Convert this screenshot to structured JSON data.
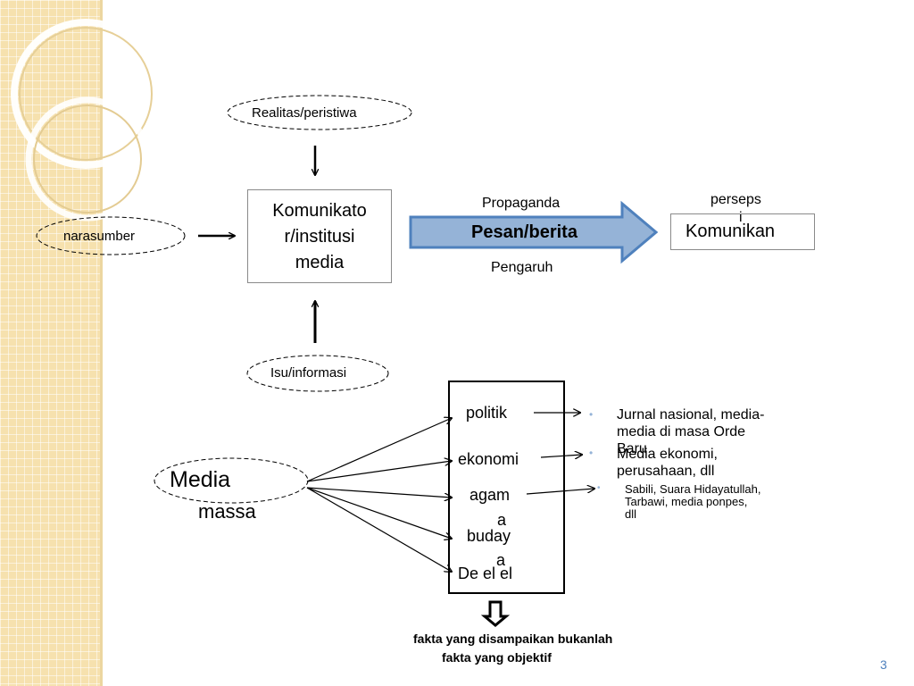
{
  "top_ellipse": "Realitas/peristiwa",
  "left_ellipse": "narasumber",
  "bottom_ellipse": "Isu/informasi",
  "source_box": [
    "Komunikato",
    "r/institusi",
    "media"
  ],
  "arrow": {
    "label": "Pesan/berita",
    "above": "Propaganda",
    "below": "Pengaruh",
    "fill": "#95b3d7",
    "stroke": "#4f81bd"
  },
  "receiver": {
    "above": [
      "perseps",
      "i"
    ],
    "box": "Komunikan"
  },
  "media_massa": [
    "Media",
    "massa"
  ],
  "categories": [
    "politik",
    "ekonomi",
    "agam",
    "a",
    "buday",
    "a",
    "De el el"
  ],
  "notes": {
    "bullet_color": "#95b3d7",
    "n1": [
      "Jurnal nasional, media-",
      "media di masa Orde",
      "Baru"
    ],
    "n2": [
      "Media ekonomi,",
      "perusahaan, dll"
    ],
    "n3": [
      "Sabili, Suara Hidayatullah,",
      "Tarbawi, media ponpes,",
      "dll"
    ]
  },
  "footer": [
    "fakta yang disampaikan bukanlah",
    "fakta yang objektif"
  ],
  "page_number": "3",
  "page_number_color": "#4f81bd",
  "sidebar_color": "#f6e1ae"
}
